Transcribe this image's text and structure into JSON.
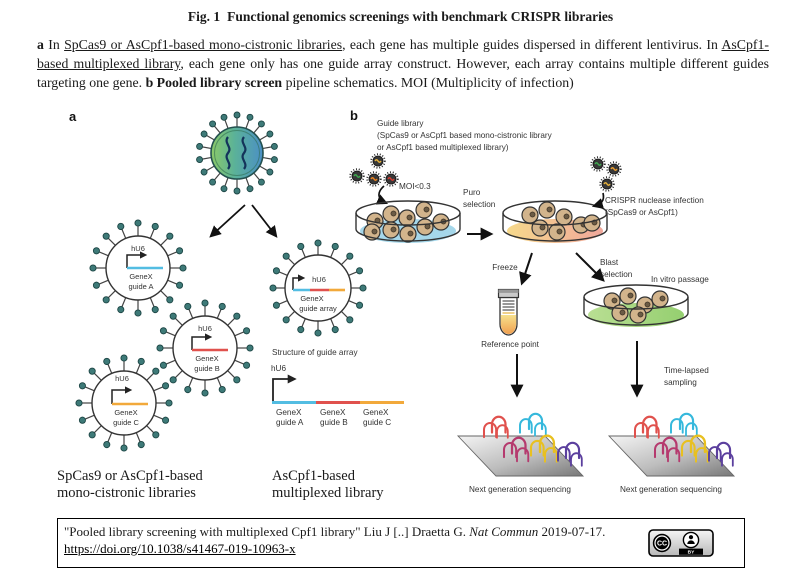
{
  "title": {
    "prefix": "Fig. 1",
    "text": "Functional genomics screenings with benchmark CRISPR libraries"
  },
  "caption": {
    "bold_a": "a",
    "seg1": " In ",
    "underline1": "SpCas9 or AsCpf1-based mono-cistronic libraries",
    "seg2": ", each gene has multiple guides dispersed in different lentivirus. In ",
    "underline2": "AsCpf1-based multiplexed library",
    "seg3": ", each gene only has one guide array construct. However, each array contains multiple different guides targeting one gene. ",
    "bold_b": "b Pooled library screen",
    "seg4": " pipeline schematics. MOI (Multiplicity of infection)"
  },
  "panel_a": {
    "label": "a",
    "virus_a": {
      "promoter": "hU6",
      "name": "GeneX",
      "guide": "guide A"
    },
    "virus_b": {
      "promoter": "hU6",
      "name": "GeneX",
      "guide": "guide B"
    },
    "virus_c": {
      "promoter": "hU6",
      "name": "GeneX",
      "guide": "guide C"
    },
    "virus_array": {
      "promoter": "hU6",
      "name": "GeneX",
      "guide": "guide array"
    },
    "structure": {
      "title": "Structure of guide array",
      "promoter": "hU6",
      "guides": [
        {
          "name": "GeneX",
          "guide": "guide A"
        },
        {
          "name": "GeneX",
          "guide": "guide B"
        },
        {
          "name": "GeneX",
          "guide": "guide C"
        }
      ]
    },
    "library_left_line1": "SpCas9 or AsCpf1-based",
    "library_left_line2": "mono-cistronic libraries",
    "library_right_line1": "AsCpf1-based",
    "library_right_line2": "multiplexed library"
  },
  "panel_b": {
    "label": "b",
    "guide_library_line1": "Guide library",
    "guide_library_line2": "(SpCas9 or AsCpf1 based mono-cistronic library",
    "guide_library_line3": "or AsCpf1 based multiplexed library)",
    "moi": "MOI<0.3",
    "puro_line1": "Puro",
    "puro_line2": "selection",
    "crispr_line1": "CRISPR nuclease infection",
    "crispr_line2": "(SpCas9 or AsCpf1)",
    "freeze": "Freeze",
    "blast_line1": "Blast",
    "blast_line2": "selection",
    "in_vitro": "In vitro passage",
    "reference_point": "Reference point",
    "time_lapsed_line1": "Time-lapsed",
    "time_lapsed_line2": "sampling",
    "ngs_left": "Next generation sequencing",
    "ngs_right": "Next generation sequencing"
  },
  "footer": {
    "citation_text": "\"Pooled library screening with multiplexed Cpf1 library\" Liu J [..] Draetta G. ",
    "citation_journal": "Nat Commun",
    "citation_tail": " 2019-07-17.",
    "doi_link": "https://doi.org/10.1038/s41467-019-10963-x",
    "license_cc": "CC",
    "license_by": "BY"
  },
  "colors": {
    "guide_a": "#53bde2",
    "guide_b": "#e0514d",
    "guide_c": "#f2a93b",
    "dish_infection_medium": "#a5d7ea",
    "dish_puro_left": "#f6d98b",
    "dish_puro_right": "#f0a79b",
    "dish_passage_medium": "#a8d787",
    "cell_body": "#d2b48c",
    "spike_head": "#3e7a78",
    "ngs_red": "#e0514d",
    "ngs_cyan": "#35b8dc",
    "ngs_magenta": "#b53a6e",
    "ngs_yellow": "#e8c020",
    "ngs_purple": "#5b3f9e"
  }
}
